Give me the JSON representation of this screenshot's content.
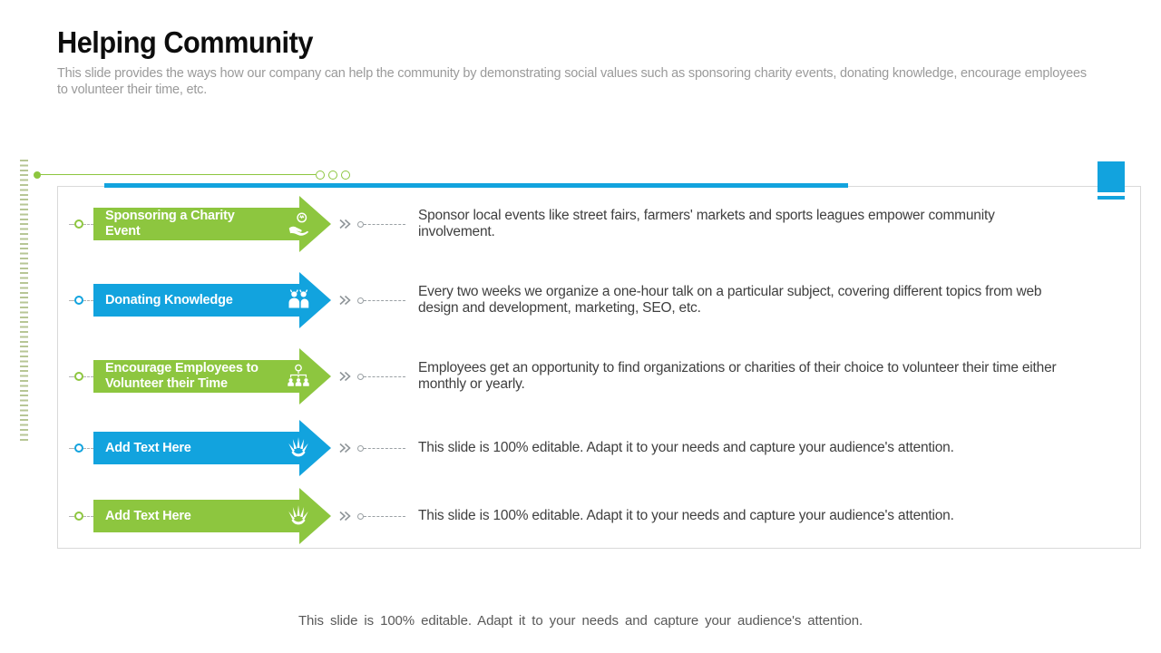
{
  "slide": {
    "title": "Helping Community",
    "subtitle": "This slide provides the ways how our company can help the community by demonstrating social values such as sponsoring charity events, donating knowledge, encourage employees to volunteer their time, etc.",
    "footer": "This slide is 100% editable. Adapt it to your needs and capture your audience's attention."
  },
  "colors": {
    "green": "#8DC63F",
    "blue": "#12A3DE",
    "box_border": "#d9d9d9",
    "description_text": "#3f3f3f",
    "subtitle_text": "#9a9a9a",
    "footer_text": "#595959"
  },
  "rows": [
    {
      "label": "Sponsoring a Charity Event",
      "color": "green",
      "icon": "hand-coin-icon",
      "description": "Sponsor local events like street fairs, farmers' markets and sports leagues empower community involvement."
    },
    {
      "label": "Donating Knowledge",
      "color": "blue",
      "icon": "people-icon",
      "description": "Every two weeks we organize a one-hour talk on a particular subject, covering different topics from web design and development, marketing, SEO, etc."
    },
    {
      "label": "Encourage Employees to Volunteer their Time",
      "color": "green",
      "icon": "org-chart-icon",
      "description": "Employees get an opportunity to find organizations or charities of their choice to volunteer their time either monthly or yearly."
    },
    {
      "label": "Add Text Here",
      "color": "blue",
      "icon": "raised-hands-icon",
      "description": "This slide is 100% editable. Adapt it to your needs and capture your audience's attention."
    },
    {
      "label": "Add Text Here",
      "color": "green",
      "icon": "raised-hands-icon",
      "description": "This slide is 100% editable. Adapt it to your needs and capture your audience's attention."
    }
  ],
  "row_tops": [
    23,
    107,
    191,
    270,
    345
  ]
}
